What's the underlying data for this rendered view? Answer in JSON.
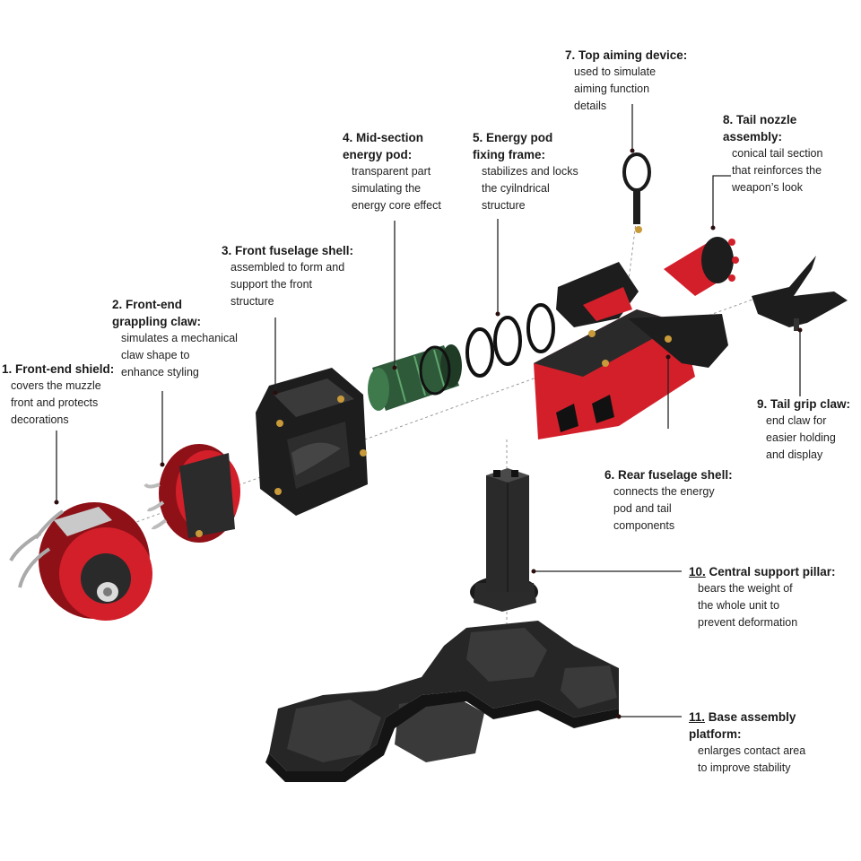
{
  "colors": {
    "red": "#d31f2a",
    "dark_red": "#8e1118",
    "black": "#1d1d1d",
    "dark_gray": "#3a3a3a",
    "gold": "#c99a3a",
    "silver": "#c9c9c9",
    "green": "#2f5a3a",
    "leader": "#222222",
    "axis": "#9a9a9a"
  },
  "callouts": [
    {
      "id": "c1",
      "title": "1. Front-end shield:",
      "desc": "covers the muzzle\nfront and protects\ndecorations"
    },
    {
      "id": "c2",
      "title": "2. Front-end\ngrappling claw:",
      "desc": "simulates a mechanical\nclaw shape to\nenhance styling"
    },
    {
      "id": "c3",
      "title": "3. Front fuselage shell:",
      "desc": "assembled to form and\nsupport the front\nstructure"
    },
    {
      "id": "c4",
      "title": "4. Mid-section\nenergy pod:",
      "desc": "transparent part\nsimulating the\nenergy core effect"
    },
    {
      "id": "c5",
      "title": "5. Energy pod\nfixing frame:",
      "desc": "stabilizes and locks\nthe cyilndrical\nstructure"
    },
    {
      "id": "c6",
      "title": "6. Rear fuselage shell:",
      "desc": "connects the energy\npod and tail\ncomponents"
    },
    {
      "id": "c7",
      "title": "7. Top aiming device:",
      "desc": "used to simulate\naiming function\ndetails"
    },
    {
      "id": "c8",
      "title": "8. Tail nozzle\nassembly:",
      "desc": "conical tail section\nthat reinforces the\nweapon’s look"
    },
    {
      "id": "c9",
      "title": "9. Tail grip claw:",
      "desc": "end claw for\neasier holding\nand display"
    },
    {
      "id": "c10",
      "num": "10.",
      "title": " Central support pillar:",
      "desc": "bears the weight of\nthe whole unit to\nprevent deformation"
    },
    {
      "id": "c11",
      "num": "11.",
      "title": " Base assembly\nplatform:",
      "desc": "enlarges contact area\nto improve stability"
    }
  ]
}
